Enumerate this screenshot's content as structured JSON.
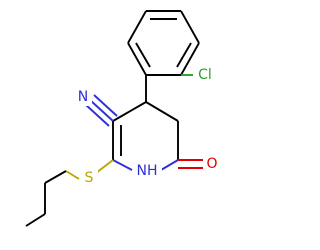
{
  "molecule": {
    "colors": {
      "carbon": "#000000",
      "nitrogen": "#2f2fd8",
      "oxygen": "#e10000",
      "sulfur": "#b8a800",
      "chlorine": "#2c9d2c",
      "background": "#ffffff"
    },
    "labels": {
      "nitrile_n": "N",
      "sulfur": "S",
      "nh": "NH",
      "oxygen": "O",
      "chlorine": "Cl"
    }
  }
}
